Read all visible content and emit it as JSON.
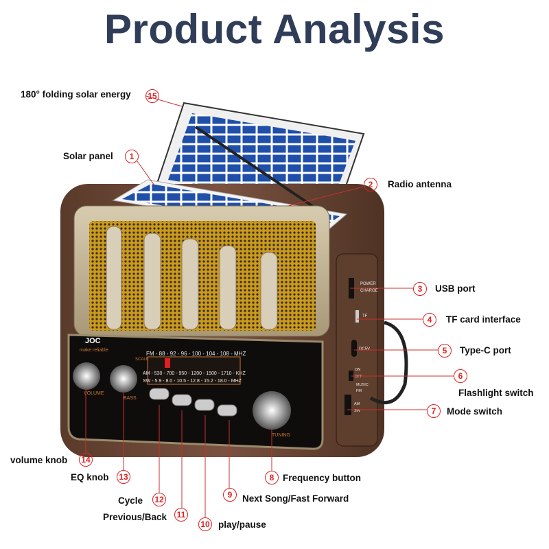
{
  "title": "Product Analysis",
  "brand": {
    "name": "JOC",
    "tagline": "make reliable"
  },
  "dial": {
    "fm": "FM - 88 - 92 - 96 - 100 - 104 - 108 - MHZ",
    "am": "AM - 530 - 700 - 950 - 1200 - 1500 - 1710 - KHZ",
    "sw": "SW - 5.9 - 8.0 - 10.5 - 12.8 - 15.2 - 18.0 - MHZ",
    "scale": "SCALE",
    "volume": "VOLUME",
    "bass": "BASS",
    "tuning": "TUNING"
  },
  "side": {
    "power": "POWER",
    "charge": "CHARGE",
    "tf": "TF",
    "dc": "DC5V",
    "on": "ON",
    "off": "OFF",
    "music": "MUSIC",
    "fm": "FM",
    "am": "AM",
    "sw": "SW"
  },
  "callouts": [
    {
      "n": "1",
      "label": "Solar panel"
    },
    {
      "n": "2",
      "label": "Radio antenna"
    },
    {
      "n": "3",
      "label": "USB port"
    },
    {
      "n": "4",
      "label": "TF card interface"
    },
    {
      "n": "5",
      "label": "Type-C port"
    },
    {
      "n": "6",
      "label": "Flashlight switch"
    },
    {
      "n": "7",
      "label": "Mode switch"
    },
    {
      "n": "8",
      "label": "Frequency button"
    },
    {
      "n": "9",
      "label": "Next Song/Fast Forward"
    },
    {
      "n": "10",
      "label": "play/pause"
    },
    {
      "n": "11",
      "label": "Previous/Back"
    },
    {
      "n": "12",
      "label": "Cycle"
    },
    {
      "n": "13",
      "label": "EQ knob"
    },
    {
      "n": "14",
      "label": "volume knob"
    },
    {
      "n": "15",
      "label": "180° folding solar energy"
    }
  ],
  "colors": {
    "title": "#2f3d58",
    "callout": "#e02020",
    "wood": "#6b4632"
  }
}
